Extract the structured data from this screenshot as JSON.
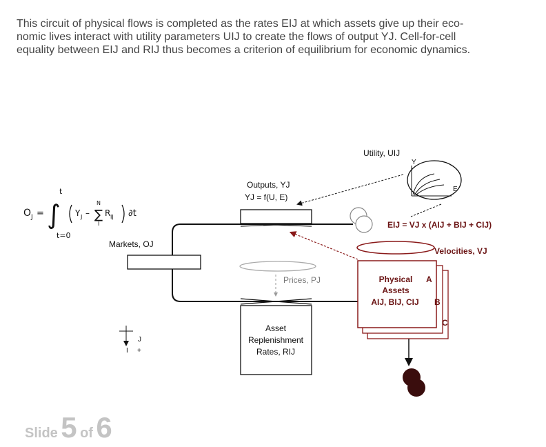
{
  "intro": {
    "line1": "This circuit of physical flows is completed as the rates EIJ at which assets give up their eco-",
    "line2": "nomic lives interact with utility parameters UIJ to create the flows of output YJ. Cell-for-cell",
    "line3": "equality between EIJ and RIJ thus becomes a criterion of equilibrium for economic dynamics."
  },
  "equation": {
    "lhs": "O",
    "lhs_sub": "J",
    "equals": "=",
    "upper_limit": "t",
    "lower_limit": "t=0",
    "y": "Y",
    "y_sub": "J",
    "minus": "–",
    "sum_upper": "N",
    "sum_lower": "I",
    "r": "R",
    "r_sub": "IJ",
    "dt": "∂t"
  },
  "labels": {
    "markets": "Markets, OJ",
    "outputs": "Outputs, YJ",
    "outputs_fn": "YJ = f(U, E)",
    "utility": "Utility, UIJ",
    "utility_y": "Y",
    "utility_e": "E",
    "e_formula": "EIJ = VJ x (AIJ + BIJ + CIJ)",
    "velocities": "Velocities, VJ",
    "prices": "Prices, PJ",
    "asset_line1": "Asset",
    "asset_line2": "Replenishment",
    "asset_line3": "Rates, RIJ",
    "physical_line1": "Physical",
    "physical_line2": "Assets",
    "physical_line3": "AIJ, BIJ, CIJ",
    "layer_a": "A",
    "layer_b": "B",
    "layer_c": "C",
    "axis_j": "J",
    "axis_i": "I",
    "axis_plus": "+"
  },
  "footer": {
    "slide_word": "Slide",
    "current": "5",
    "of_word": "of",
    "total": "6"
  },
  "colors": {
    "dark_red": "#6b1414",
    "flow_line": "#111111",
    "footer_grey": "#c4c4c4"
  }
}
